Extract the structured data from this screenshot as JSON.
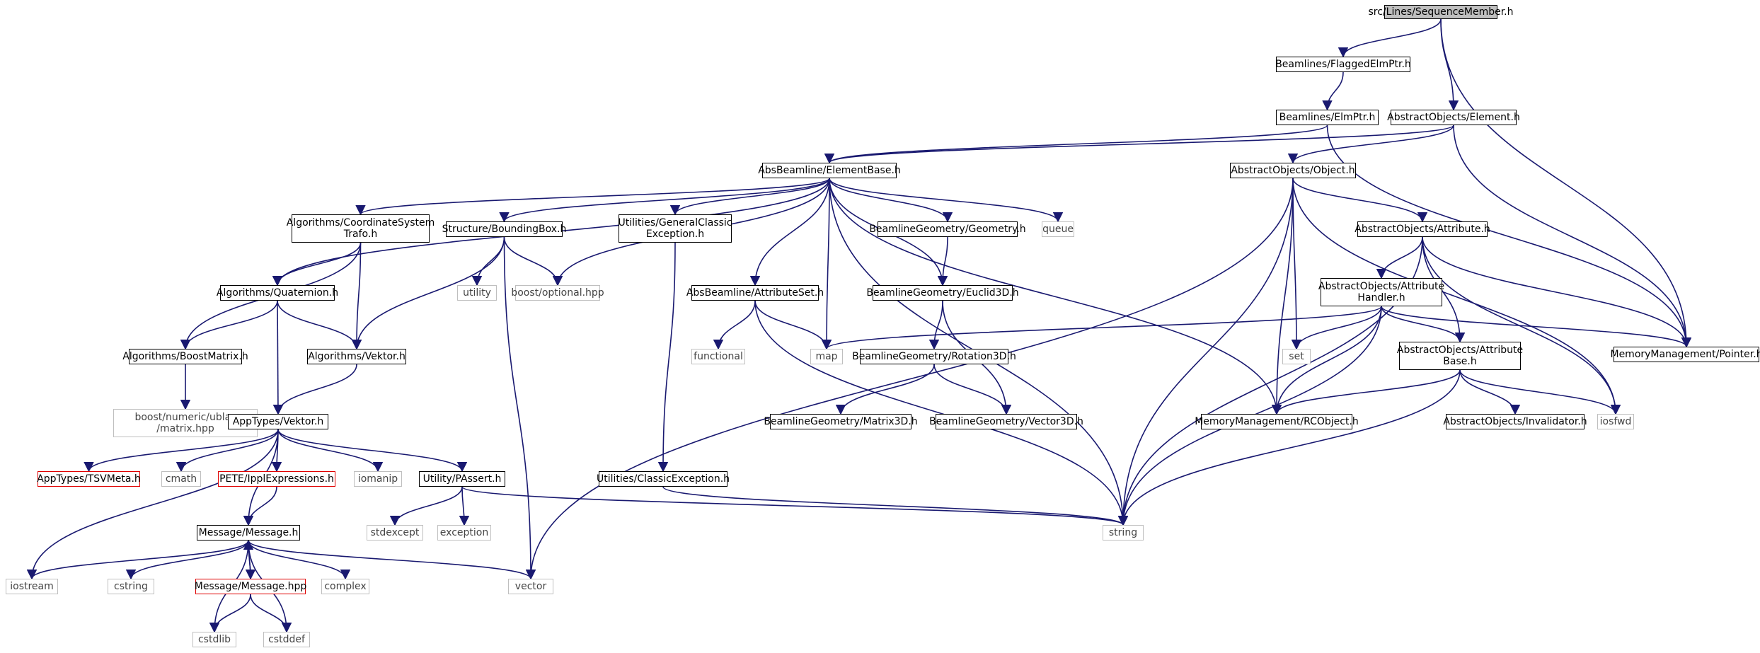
{
  "graph": {
    "root": "src/Lines/SequenceMember.h",
    "nodes": {
      "root": {
        "label": "src/Lines/SequenceMember.h",
        "kind": "root"
      },
      "flaggedElmPtr": {
        "label": "Beamlines/FlaggedElmPtr.h",
        "kind": "internal"
      },
      "elmPtr": {
        "label": "Beamlines/ElmPtr.h",
        "kind": "internal"
      },
      "element": {
        "label": "AbstractObjects/Element.h",
        "kind": "internal"
      },
      "elementBase": {
        "label": "AbsBeamline/ElementBase.h",
        "kind": "internal"
      },
      "object": {
        "label": "AbstractObjects/Object.h",
        "kind": "internal"
      },
      "pointer": {
        "label": "MemoryManagement/Pointer.h",
        "kind": "internal"
      },
      "coordSys": {
        "label": "Algorithms/CoordinateSystem\nTrafo.h",
        "kind": "internal"
      },
      "boundingBox": {
        "label": "Structure/BoundingBox.h",
        "kind": "internal"
      },
      "generalClassicEx": {
        "label": "Utilities/GeneralClassic\nException.h",
        "kind": "internal"
      },
      "geometry": {
        "label": "BeamlineGeometry/Geometry.h",
        "kind": "internal"
      },
      "queue": {
        "label": "queue",
        "kind": "external"
      },
      "attribute": {
        "label": "AbstractObjects/Attribute.h",
        "kind": "internal"
      },
      "quaternion": {
        "label": "Algorithms/Quaternion.h",
        "kind": "internal"
      },
      "utility": {
        "label": "utility",
        "kind": "external"
      },
      "boostOptional": {
        "label": "boost/optional.hpp",
        "kind": "external"
      },
      "attributeSet": {
        "label": "AbsBeamline/AttributeSet.h",
        "kind": "internal"
      },
      "euclid3D": {
        "label": "BeamlineGeometry/Euclid3D.h",
        "kind": "internal"
      },
      "attrHandler": {
        "label": "AbstractObjects/Attribute\nHandler.h",
        "kind": "internal"
      },
      "boostMatrix": {
        "label": "Algorithms/BoostMatrix.h",
        "kind": "internal"
      },
      "algVektor": {
        "label": "Algorithms/Vektor.h",
        "kind": "internal"
      },
      "functional": {
        "label": "functional",
        "kind": "external"
      },
      "map": {
        "label": "map",
        "kind": "external"
      },
      "rotation3D": {
        "label": "BeamlineGeometry/Rotation3D.h",
        "kind": "internal"
      },
      "set": {
        "label": "set",
        "kind": "external"
      },
      "attrBase": {
        "label": "AbstractObjects/Attribute\nBase.h",
        "kind": "internal"
      },
      "boostUblas": {
        "label": "boost/numeric/ublas\n/matrix.hpp",
        "kind": "external"
      },
      "appVektor": {
        "label": "AppTypes/Vektor.h",
        "kind": "internal"
      },
      "matrix3D": {
        "label": "BeamlineGeometry/Matrix3D.h",
        "kind": "internal"
      },
      "vector3D": {
        "label": "BeamlineGeometry/Vector3D.h",
        "kind": "internal"
      },
      "rcObject": {
        "label": "MemoryManagement/RCObject.h",
        "kind": "internal"
      },
      "invalidator": {
        "label": "AbstractObjects/Invalidator.h",
        "kind": "internal"
      },
      "iosfwd": {
        "label": "iosfwd",
        "kind": "external"
      },
      "tsvMeta": {
        "label": "AppTypes/TSVMeta.h",
        "kind": "truncated"
      },
      "cmath": {
        "label": "cmath",
        "kind": "external"
      },
      "ipplExpr": {
        "label": "PETE/IpplExpressions.h",
        "kind": "truncated"
      },
      "iomanip": {
        "label": "iomanip",
        "kind": "external"
      },
      "passert": {
        "label": "Utility/PAssert.h",
        "kind": "internal"
      },
      "classicEx": {
        "label": "Utilities/ClassicException.h",
        "kind": "internal"
      },
      "stdexcept": {
        "label": "stdexcept",
        "kind": "external"
      },
      "exception": {
        "label": "exception",
        "kind": "external"
      },
      "string": {
        "label": "string",
        "kind": "external"
      },
      "message": {
        "label": "Message/Message.h",
        "kind": "internal"
      },
      "iostream": {
        "label": "iostream",
        "kind": "external"
      },
      "cstring": {
        "label": "cstring",
        "kind": "external"
      },
      "messageHpp": {
        "label": "Message/Message.hpp",
        "kind": "truncated"
      },
      "complex": {
        "label": "complex",
        "kind": "external"
      },
      "vector": {
        "label": "vector",
        "kind": "external"
      },
      "cstdlib": {
        "label": "cstdlib",
        "kind": "external"
      },
      "cstddef": {
        "label": "cstddef",
        "kind": "external"
      }
    },
    "edges": [
      [
        "root",
        "flaggedElmPtr"
      ],
      [
        "root",
        "element"
      ],
      [
        "root",
        "pointer"
      ],
      [
        "flaggedElmPtr",
        "elmPtr"
      ],
      [
        "elmPtr",
        "elementBase"
      ],
      [
        "elmPtr",
        "pointer"
      ],
      [
        "element",
        "elementBase"
      ],
      [
        "element",
        "object"
      ],
      [
        "element",
        "pointer"
      ],
      [
        "elementBase",
        "coordSys"
      ],
      [
        "elementBase",
        "boundingBox"
      ],
      [
        "elementBase",
        "generalClassicEx"
      ],
      [
        "elementBase",
        "geometry"
      ],
      [
        "elementBase",
        "queue"
      ],
      [
        "elementBase",
        "quaternion"
      ],
      [
        "elementBase",
        "boostOptional"
      ],
      [
        "elementBase",
        "attributeSet"
      ],
      [
        "elementBase",
        "map"
      ],
      [
        "elementBase",
        "euclid3D"
      ],
      [
        "elementBase",
        "string"
      ],
      [
        "elementBase",
        "rcObject"
      ],
      [
        "object",
        "attribute"
      ],
      [
        "object",
        "set"
      ],
      [
        "object",
        "rcObject"
      ],
      [
        "object",
        "string"
      ],
      [
        "object",
        "iosfwd"
      ],
      [
        "object",
        "vector"
      ],
      [
        "attribute",
        "attrHandler"
      ],
      [
        "attribute",
        "attrBase"
      ],
      [
        "attribute",
        "pointer"
      ],
      [
        "attribute",
        "iosfwd"
      ],
      [
        "attribute",
        "string"
      ],
      [
        "attrHandler",
        "map"
      ],
      [
        "attrHandler",
        "set"
      ],
      [
        "attrHandler",
        "attrBase"
      ],
      [
        "attrHandler",
        "pointer"
      ],
      [
        "attrHandler",
        "rcObject"
      ],
      [
        "attrHandler",
        "string"
      ],
      [
        "attrBase",
        "rcObject"
      ],
      [
        "attrBase",
        "invalidator"
      ],
      [
        "attrBase",
        "iosfwd"
      ],
      [
        "attrBase",
        "string"
      ],
      [
        "coordSys",
        "quaternion"
      ],
      [
        "coordSys",
        "boostMatrix"
      ],
      [
        "coordSys",
        "algVektor"
      ],
      [
        "boundingBox",
        "algVektor"
      ],
      [
        "boundingBox",
        "utility"
      ],
      [
        "boundingBox",
        "boostOptional"
      ],
      [
        "boundingBox",
        "vector"
      ],
      [
        "generalClassicEx",
        "classicEx"
      ],
      [
        "geometry",
        "euclid3D"
      ],
      [
        "quaternion",
        "boostMatrix"
      ],
      [
        "quaternion",
        "algVektor"
      ],
      [
        "quaternion",
        "appVektor"
      ],
      [
        "attributeSet",
        "functional"
      ],
      [
        "attributeSet",
        "map"
      ],
      [
        "attributeSet",
        "string"
      ],
      [
        "euclid3D",
        "rotation3D"
      ],
      [
        "euclid3D",
        "vector3D"
      ],
      [
        "rotation3D",
        "matrix3D"
      ],
      [
        "rotation3D",
        "vector3D"
      ],
      [
        "boostMatrix",
        "boostUblas"
      ],
      [
        "algVektor",
        "appVektor"
      ],
      [
        "appVektor",
        "tsvMeta"
      ],
      [
        "appVektor",
        "cmath"
      ],
      [
        "appVektor",
        "ipplExpr"
      ],
      [
        "appVektor",
        "iomanip"
      ],
      [
        "appVektor",
        "passert"
      ],
      [
        "appVektor",
        "iostream"
      ],
      [
        "appVektor",
        "message"
      ],
      [
        "ipplExpr",
        "message"
      ],
      [
        "passert",
        "stdexcept"
      ],
      [
        "passert",
        "exception"
      ],
      [
        "passert",
        "string"
      ],
      [
        "classicEx",
        "string"
      ],
      [
        "message",
        "iostream"
      ],
      [
        "message",
        "cstring"
      ],
      [
        "message",
        "messageHpp"
      ],
      [
        "message",
        "complex"
      ],
      [
        "message",
        "vector"
      ],
      [
        "message",
        "cstdlib"
      ],
      [
        "message",
        "cstddef"
      ],
      [
        "messageHpp",
        "message"
      ],
      [
        "messageHpp",
        "cstdlib"
      ],
      [
        "messageHpp",
        "cstddef"
      ]
    ]
  },
  "colors": {
    "edge": "#191970",
    "external_border": "#bfbfbf",
    "truncated_border": "#e00000",
    "root_fill": "#bfbfbf"
  }
}
